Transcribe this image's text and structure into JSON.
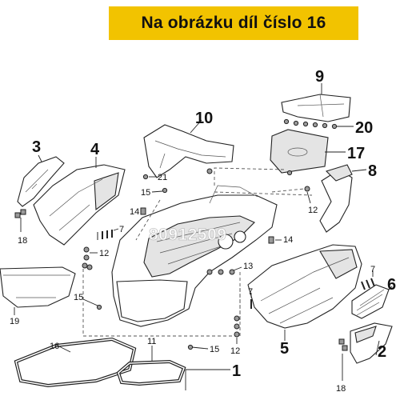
{
  "banner": {
    "text": "Na obrázku díl číslo 16",
    "color": "#f2c300"
  },
  "watermark": "80912509",
  "callouts": {
    "n1": "1",
    "n2": "2",
    "n3": "3",
    "n4": "4",
    "n5": "5",
    "n6": "6",
    "n7a": "7",
    "n7b": "7",
    "n7c": "7",
    "n8": "8",
    "n9": "9",
    "n10": "10",
    "n11": "11",
    "n12a": "12",
    "n12b": "12",
    "n12c": "12",
    "n13": "13",
    "n14a": "14",
    "n14b": "14",
    "n15a": "15",
    "n15b": "15",
    "n15c": "15",
    "n16": "16",
    "n17": "17",
    "n18a": "18",
    "n18b": "18",
    "n19": "19",
    "n20": "20",
    "n21": "21"
  }
}
